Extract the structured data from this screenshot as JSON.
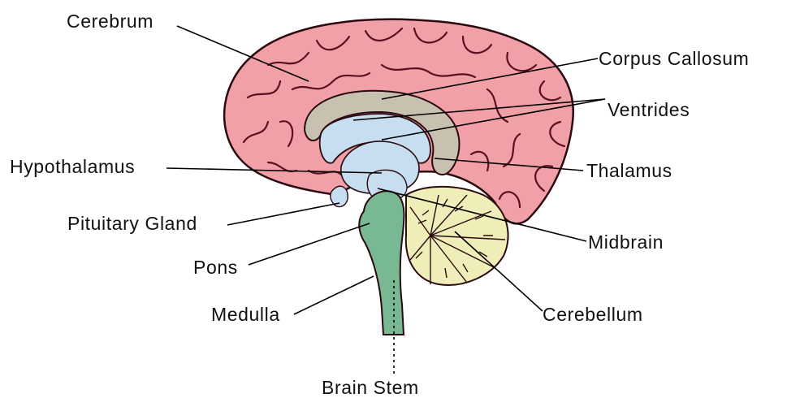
{
  "labels": {
    "cerebrum": "Cerebrum",
    "corpus_callosum": "Corpus Callosum",
    "ventricles": "Ventrides",
    "hypothalamus": "Hypothalamus",
    "thalamus": "Thalamus",
    "pituitary_gland": "Pituitary Gland",
    "midbrain": "Midbrain",
    "pons": "Pons",
    "medulla": "Medulla",
    "cerebellum": "Cerebellum",
    "brain_stem": "Brain Stem"
  },
  "colors": {
    "cerebrum": "#f0a0a6",
    "corpus_callosum": "#c9c1b0",
    "ventricle": "#c7ddf0",
    "brainstem": "#78b892",
    "cerebellum": "#f0eeb8",
    "outline": "#2a0a10",
    "leader_lines": "#000000",
    "background": "#ffffff"
  }
}
